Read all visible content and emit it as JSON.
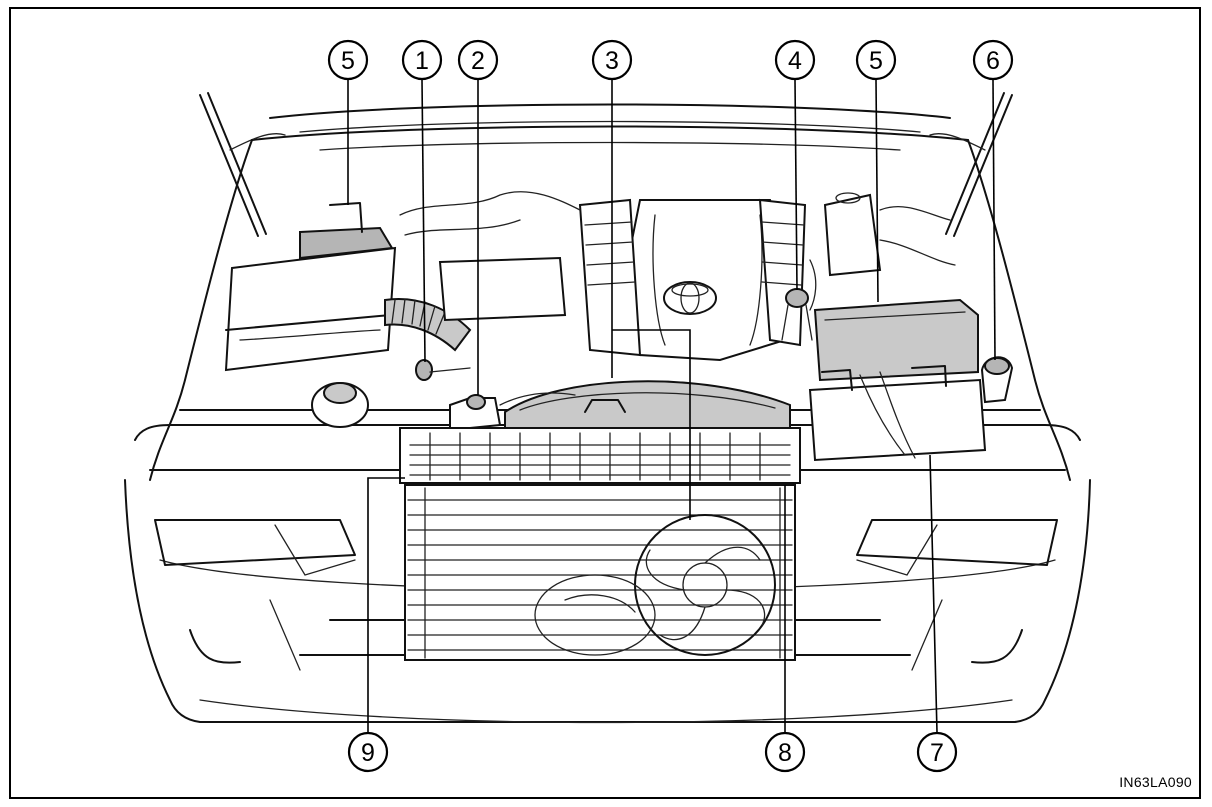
{
  "figure_code": "IN63LA090",
  "callouts": {
    "c1": "1",
    "c2": "2",
    "c3": "3",
    "c4": "4",
    "c5a": "5",
    "c5b": "5",
    "c6": "6",
    "c7": "7",
    "c8": "8",
    "c9": "9"
  },
  "emblem": "toyota-emblem-icon"
}
